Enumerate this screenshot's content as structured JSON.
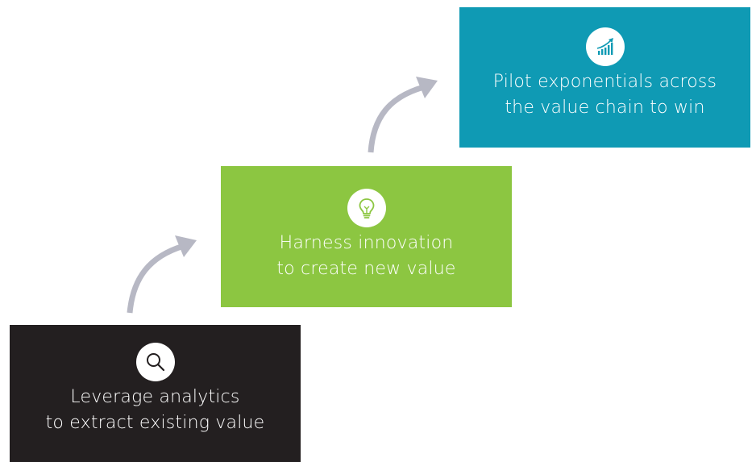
{
  "steps": [
    {
      "icon": "magnifier-icon",
      "color": "#231f20",
      "line1": "Leverage analytics",
      "line2": "to extract existing value"
    },
    {
      "icon": "lightbulb-icon",
      "color": "#8cc641",
      "line1": "Harness innovation",
      "line2": "to create new value"
    },
    {
      "icon": "growth-chart-icon",
      "color": "#0f9ab4",
      "line1": "Pilot exponentials across",
      "line2": "the value chain to win"
    }
  ],
  "arrow_color": "#b7b8c4"
}
